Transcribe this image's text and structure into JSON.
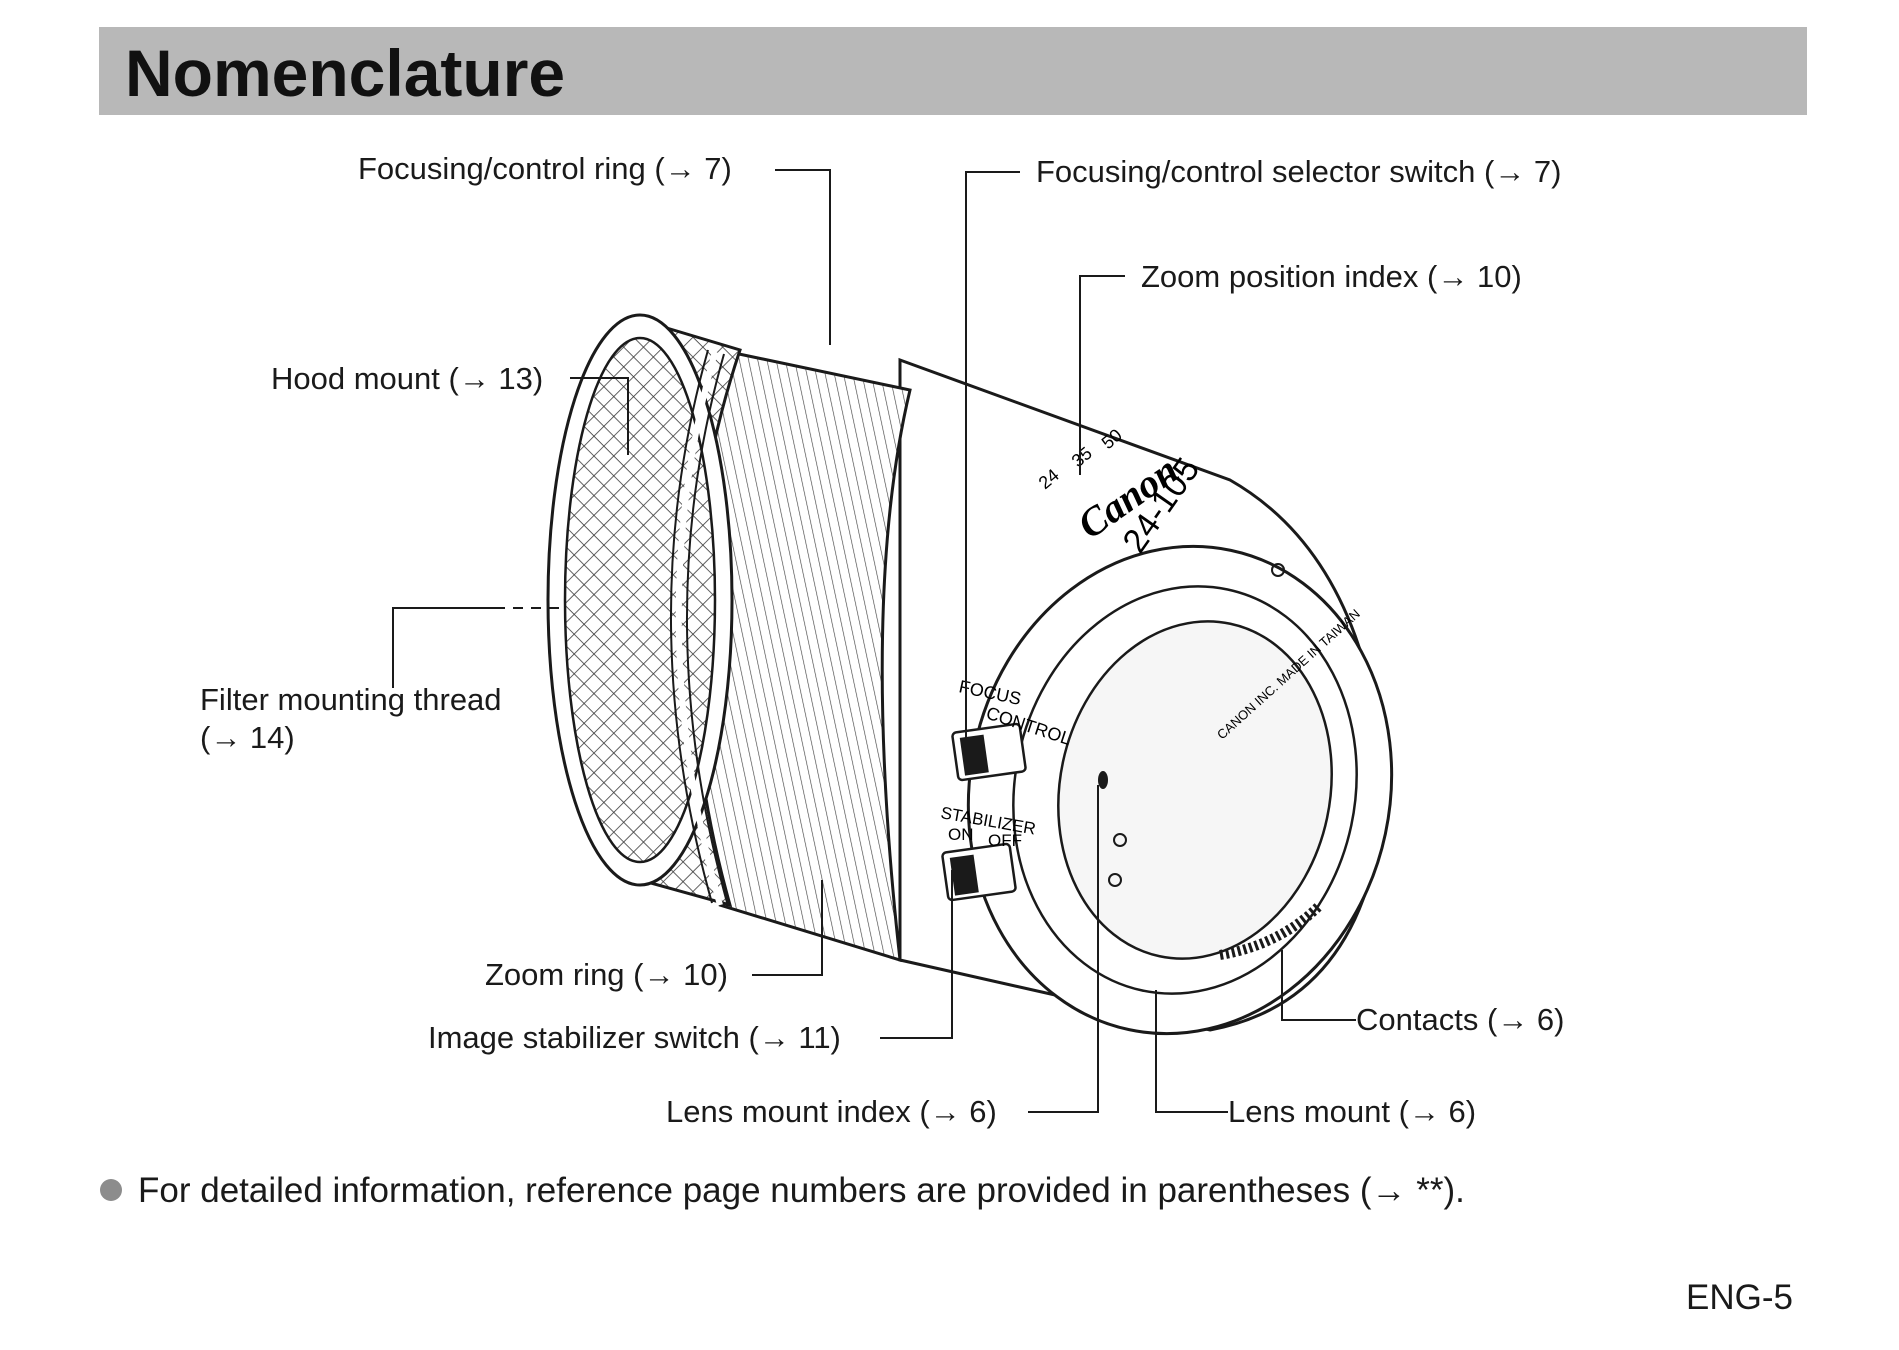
{
  "page": {
    "title": "Nomenclature",
    "page_number": "ENG-5"
  },
  "labels": {
    "focusing_ring": "Focusing/control ring (→ 7)",
    "selector_switch": "Focusing/control selector switch (→ 7)",
    "zoom_index": "Zoom position index (→ 10)",
    "hood_mount": "Hood mount (→ 13)",
    "filter_thread_line1": "Filter mounting thread",
    "filter_thread_line2": "(→ 14)",
    "zoom_ring": "Zoom ring (→ 10)",
    "stabilizer_switch": "Image stabilizer switch (→ 11)",
    "contacts": "Contacts (→ 6)",
    "lens_mount_index": "Lens mount index (→ 6)",
    "lens_mount": "Lens mount (→ 6)"
  },
  "lens_markings": {
    "brand": "Canon",
    "model": "24-105",
    "zoom_24": "24",
    "zoom_35": "35",
    "zoom_50": "50",
    "focus": "FOCUS",
    "control": "CONTROL",
    "stabilizer": "STABILIZER",
    "on": "ON",
    "off": "OFF",
    "made_in": "CANON INC. MADE IN TAIWAN"
  },
  "note": {
    "text": "For detailed information, reference page numbers are provided in parentheses (→ **)."
  }
}
